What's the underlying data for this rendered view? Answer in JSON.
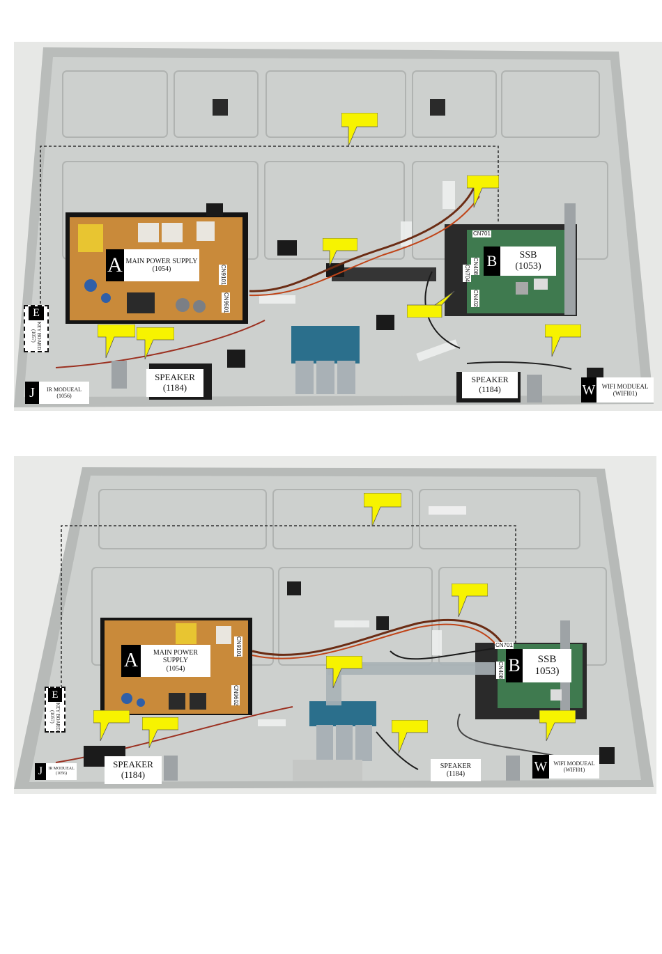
{
  "photo1": {
    "labels": {
      "main_power": {
        "badge": "A",
        "text": "MAIN POWER SUPPLY\n(1054)"
      },
      "ssb": {
        "badge": "B",
        "text": "SSB\n(1053)"
      },
      "speaker_left": {
        "text": "SPEAKER\n(1184)"
      },
      "speaker_right": {
        "text": "SPEAKER\n(1184)"
      },
      "ir_module": {
        "badge": "J",
        "text": "IR MODUEAL\n(1056)"
      },
      "wifi_module": {
        "badge": "W",
        "text": "WIFI MODUEAL\n(WIFI01)"
      },
      "key_board": {
        "badge": "E",
        "text": "KEY BOARD\n(1057)"
      }
    },
    "connectors": {
      "cn701": "CN701",
      "cn9101": "CN9101",
      "cn9601": "CN9601",
      "cn_ssb_a": "CN408",
      "cn_ssb_b": "CN704",
      "cn_ssb_c": "CN402"
    }
  },
  "photo2": {
    "labels": {
      "main_power": {
        "badge": "A",
        "text": "MAIN POWER SUPPLY\n(1054)"
      },
      "ssb": {
        "badge": "B",
        "text": "SSB\n1053)"
      },
      "speaker_left": {
        "text": "SPEAKER\n(1184)"
      },
      "speaker_right": {
        "text": "SPEAKER\n(1184)"
      },
      "ir_module": {
        "badge": "J",
        "text": "IR MODUEAL\n(1056)"
      },
      "wifi_module": {
        "badge": "W",
        "text": "WIFI MODUEAL\n(WIFI01)"
      },
      "key_board": {
        "badge": "E",
        "text": "KEY BOARD\n(1057)"
      }
    },
    "connectors": {
      "cn701": "CN701",
      "cn9101": "CN9101",
      "cn9602": "CN9602",
      "cn_ssb_a": "CN408"
    }
  },
  "colors": {
    "flag": "#f7f300",
    "panel": "#c9ccca",
    "psu": "#c98a3a",
    "ssb": "#3f7a4f",
    "tcon": "#2b6f8c"
  }
}
